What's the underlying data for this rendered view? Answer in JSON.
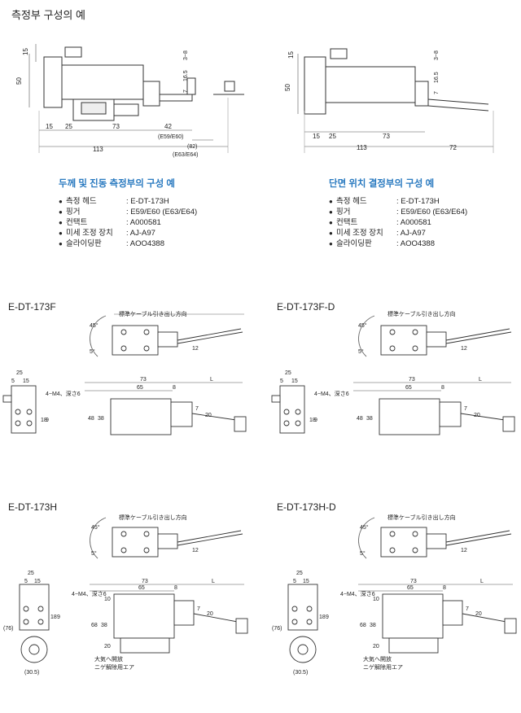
{
  "page": {
    "title": "측정부 구성의 예"
  },
  "examples": [
    {
      "subtitle": "두께 및 진동 측정부의 구성 예",
      "specs": [
        {
          "key": "측정 헤드",
          "value": ": E-DT-173H"
        },
        {
          "key": "핑거",
          "value": ": E59/E60 (E63/E64)"
        },
        {
          "key": "컨택트",
          "value": ": A000581"
        },
        {
          "key": "미세 조정 장치",
          "value": ": AJ-A97"
        },
        {
          "key": "슬라이딩판",
          "value": ": AOO4388"
        }
      ],
      "dims": {
        "h15": "15",
        "h50": "50",
        "w15": "15",
        "w25": "25",
        "w73": "73",
        "w42": "42",
        "w113": "113",
        "p1": "(E59/E60)",
        "p2": "(82)",
        "p3": "(E63/E64)",
        "v38": "3~8",
        "v165": "16.5",
        "v7": "7"
      }
    },
    {
      "subtitle": "단면 위치 결정부의 구성 예",
      "specs": [
        {
          "key": "측정 헤드",
          "value": ": E-DT-173H"
        },
        {
          "key": "핑거",
          "value": ": E59/E60 (E63/E64)"
        },
        {
          "key": "컨택트",
          "value": ": A000581"
        },
        {
          "key": "미세 조정 장치",
          "value": ": AJ-A97"
        },
        {
          "key": "슬라이딩판",
          "value": ": AOO4388"
        }
      ],
      "dims": {
        "h15": "15",
        "h50": "50",
        "w15": "15",
        "w25": "25",
        "w73": "73",
        "w113": "113",
        "w72": "72",
        "v38": "3~8",
        "v165": "16.5",
        "v7": "7"
      }
    }
  ],
  "models": [
    {
      "name": "E-DT-173F"
    },
    {
      "name": "E-DT-173F-D"
    },
    {
      "name": "E-DT-173H"
    },
    {
      "name": "E-DT-173H-D"
    }
  ],
  "drawing": {
    "cable_note": "標準ケーブル引き出し方向",
    "angle45": "45°",
    "angle5": "5°",
    "d12": "12",
    "d25": "25",
    "d5": "5",
    "d15": "15",
    "hole_note": "4−M4、深さ6",
    "d18": "18",
    "d9": "9",
    "d73": "73",
    "d65": "65",
    "d8": "8",
    "dL": "L",
    "d48": "48",
    "d38": "38",
    "d20": "20",
    "d7": "7",
    "d76": "(76)",
    "d68": "68",
    "d10": "10",
    "d305": "(30.5)",
    "air1": "大気へ開放",
    "air2": "ニゲ解除用エア"
  }
}
